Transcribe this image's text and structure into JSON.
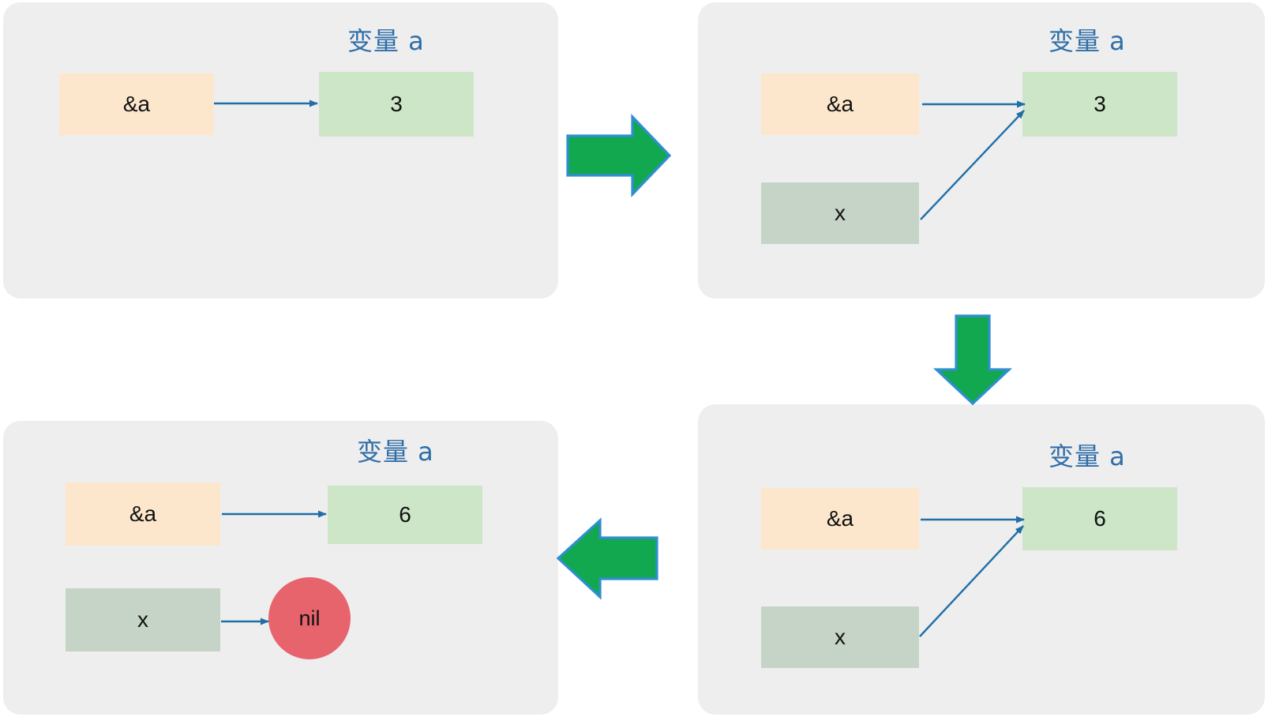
{
  "diagram": {
    "title_label": "变量 a",
    "colors": {
      "panel_bg": "#eeeeee",
      "pointer_box": "#fce7cd",
      "value_box": "#cde6c8",
      "gray_box": "#c6d4c7",
      "nil_circle": "#e8646d",
      "edge_arrow": "#1f6ea8",
      "flow_arrow_fill": "#11a84f",
      "flow_arrow_stroke": "#2f8fd0",
      "label_text": "#2f6ea8"
    },
    "panels": [
      {
        "id": "panel-initial",
        "var_label": "变量 a",
        "boxes": [
          {
            "name": "pointer-box",
            "text": "&a",
            "kind": "pointer"
          },
          {
            "name": "value-box",
            "text": "3",
            "kind": "value"
          }
        ]
      },
      {
        "id": "panel-after-assign-x",
        "var_label": "变量 a",
        "boxes": [
          {
            "name": "pointer-box",
            "text": "&a",
            "kind": "pointer"
          },
          {
            "name": "value-box",
            "text": "3",
            "kind": "value"
          },
          {
            "name": "x-box",
            "text": "x",
            "kind": "gray"
          }
        ]
      },
      {
        "id": "panel-after-x-nil",
        "var_label": "变量 a",
        "boxes": [
          {
            "name": "pointer-box",
            "text": "&a",
            "kind": "pointer"
          },
          {
            "name": "value-box",
            "text": "6",
            "kind": "value"
          },
          {
            "name": "x-box",
            "text": "x",
            "kind": "gray"
          },
          {
            "name": "nil-node",
            "text": "nil",
            "kind": "nil"
          }
        ]
      },
      {
        "id": "panel-after-mutate",
        "var_label": "变量 a",
        "boxes": [
          {
            "name": "pointer-box",
            "text": "&a",
            "kind": "pointer"
          },
          {
            "name": "value-box",
            "text": "6",
            "kind": "value"
          },
          {
            "name": "x-box",
            "text": "x",
            "kind": "gray"
          }
        ]
      }
    ],
    "flow_arrows": [
      {
        "name": "flow-arrow-right-top",
        "direction": "right"
      },
      {
        "name": "flow-arrow-down-right",
        "direction": "down"
      },
      {
        "name": "flow-arrow-left-bottom",
        "direction": "left"
      }
    ]
  }
}
